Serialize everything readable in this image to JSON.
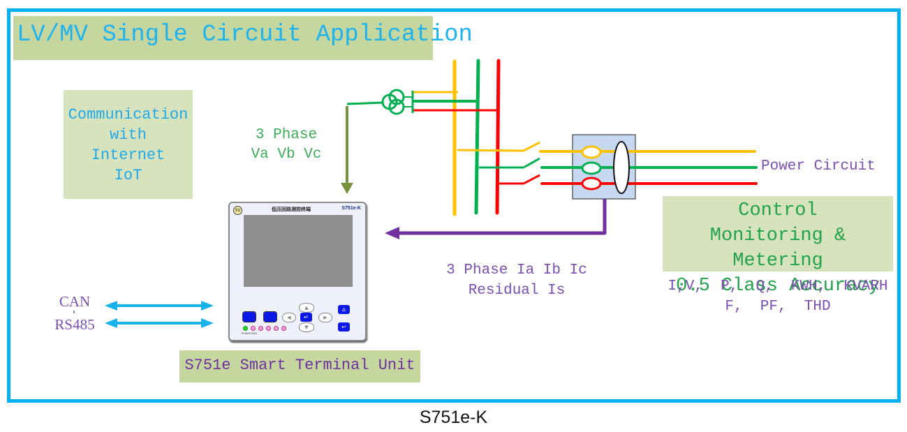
{
  "title": "LV/MV Single Circuit Application",
  "communication": {
    "lines": [
      "Communication",
      "with",
      "Internet",
      "IoT"
    ]
  },
  "voltage_input": {
    "line1": "3 Phase",
    "line2": "Va Vb Vc"
  },
  "current_input": {
    "line1": "3 Phase Ia Ib Ic",
    "line2": "Residual Is"
  },
  "power_circuit_label": "Power Circuit",
  "control_box": {
    "line1": "Control",
    "line2": "Monitoring & Metering",
    "line3": "0.5 Class Accuracy"
  },
  "parameters": {
    "line1": "I,V,  P,  Q,  KWH,  KVARH",
    "line2": "F,  PF,  THD"
  },
  "protocols": [
    "CAN",
    "RS485"
  ],
  "device": {
    "logo": "SV",
    "chinese_title": "低压回路测控终端",
    "model": "S751e-K",
    "led_labels": "POWER RUN",
    "nav_up": "▲",
    "nav_down": "▼",
    "nav_left": "◀",
    "nav_right": "▶",
    "enter": "↵",
    "home": "⌂",
    "back": "↩"
  },
  "unit_label": "S751e Smart Terminal Unit",
  "caption": "S751e-K",
  "colors": {
    "frame": "#00b0f0",
    "phase_a": "#ffc000",
    "phase_b": "#00b050",
    "phase_c": "#ff0000",
    "voltage_arrow": "#77933c",
    "current_arrow": "#7030a0",
    "comm_arrow": "#1ab2ea",
    "ct_box": "#c6d9f1"
  }
}
